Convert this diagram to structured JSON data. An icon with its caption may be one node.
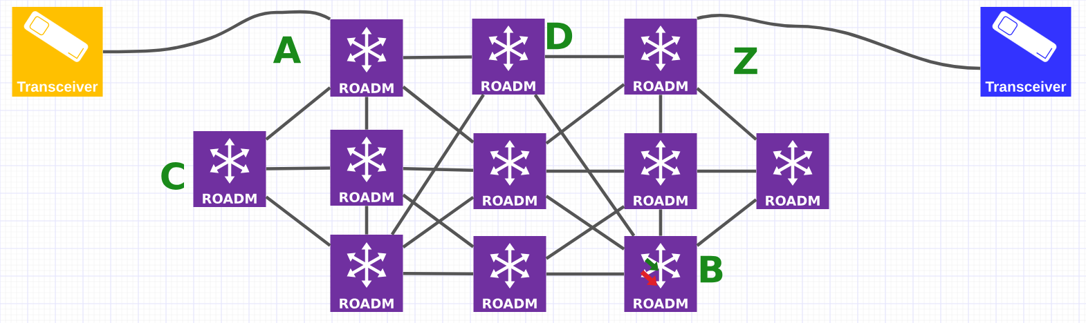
{
  "diagram": {
    "nodes": [
      {
        "text": [
          "Transceiver"
        ]
      },
      {
        "text": [
          "Transceiver"
        ]
      },
      {
        "text": [
          "ROADM"
        ],
        "beside": [
          "A"
        ]
      },
      {
        "text": [
          "ROADM"
        ],
        "beside": [
          "D"
        ]
      },
      {
        "text": [
          "ROADM"
        ],
        "beside": [
          "Z"
        ]
      },
      {
        "text": [
          "ROADM"
        ],
        "beside": [
          "C"
        ]
      },
      {
        "text": [
          "ROADM"
        ]
      },
      {
        "text": [
          "ROADM"
        ]
      },
      {
        "text": [
          "ROADM"
        ]
      },
      {
        "text": [
          "ROADM"
        ]
      },
      {
        "text": [
          "ROADM"
        ]
      },
      {
        "text": [
          "ROADM"
        ]
      },
      {
        "text": [
          "ROADM"
        ],
        "beside": [
          "B"
        ]
      }
    ],
    "edges": [
      {
        "from": 0,
        "to": 2,
        "arrow": "none"
      },
      {
        "from": 4,
        "to": 1,
        "arrow": "none"
      },
      {
        "from": 2,
        "to": 3,
        "arrow": "none"
      },
      {
        "from": 3,
        "to": 4,
        "arrow": "none"
      },
      {
        "from": 2,
        "to": 5,
        "arrow": "none"
      },
      {
        "from": 2,
        "to": 6,
        "arrow": "none"
      },
      {
        "from": 2,
        "to": 7,
        "arrow": "none"
      },
      {
        "from": 5,
        "to": 6,
        "arrow": "none"
      },
      {
        "from": 5,
        "to": 10,
        "arrow": "none"
      },
      {
        "from": 6,
        "to": 10,
        "arrow": "none"
      },
      {
        "from": 6,
        "to": 7,
        "arrow": "none"
      },
      {
        "from": 6,
        "to": 11,
        "arrow": "none"
      },
      {
        "from": 10,
        "to": 3,
        "arrow": "none"
      },
      {
        "from": 10,
        "to": 7,
        "arrow": "none"
      },
      {
        "from": 10,
        "to": 11,
        "arrow": "none"
      },
      {
        "from": 3,
        "to": 12,
        "arrow": "none"
      },
      {
        "from": 4,
        "to": 7,
        "arrow": "none"
      },
      {
        "from": 7,
        "to": 8,
        "arrow": "none"
      },
      {
        "from": 8,
        "to": 9,
        "arrow": "none"
      },
      {
        "from": 7,
        "to": 12,
        "arrow": "none"
      },
      {
        "from": 8,
        "to": 11,
        "arrow": "none"
      },
      {
        "from": 11,
        "to": 12,
        "arrow": "none"
      },
      {
        "from": 4,
        "to": 8,
        "arrow": "none"
      },
      {
        "from": 8,
        "to": 12,
        "arrow": "none"
      },
      {
        "from": 4,
        "to": 9,
        "arrow": "none"
      },
      {
        "from": 9,
        "to": 12,
        "arrow": "none"
      }
    ]
  }
}
